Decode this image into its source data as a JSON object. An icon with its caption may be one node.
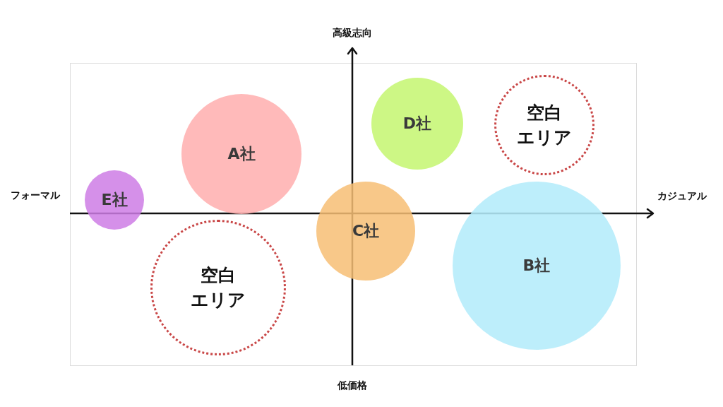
{
  "diagram": {
    "nodes": [
      {
        "text": [
          "A社"
        ]
      },
      {
        "text": [
          "D社"
        ]
      },
      {
        "text": [
          "空白エリア"
        ]
      },
      {
        "text": [
          "E社"
        ]
      },
      {
        "text": [
          "C社"
        ]
      },
      {
        "text": [
          "B社"
        ]
      },
      {
        "text": [
          "空白エリア"
        ]
      }
    ],
    "edges": [],
    "labels": [
      "高級志向",
      "フォーマル",
      "カジュアル",
      "低価格"
    ]
  }
}
